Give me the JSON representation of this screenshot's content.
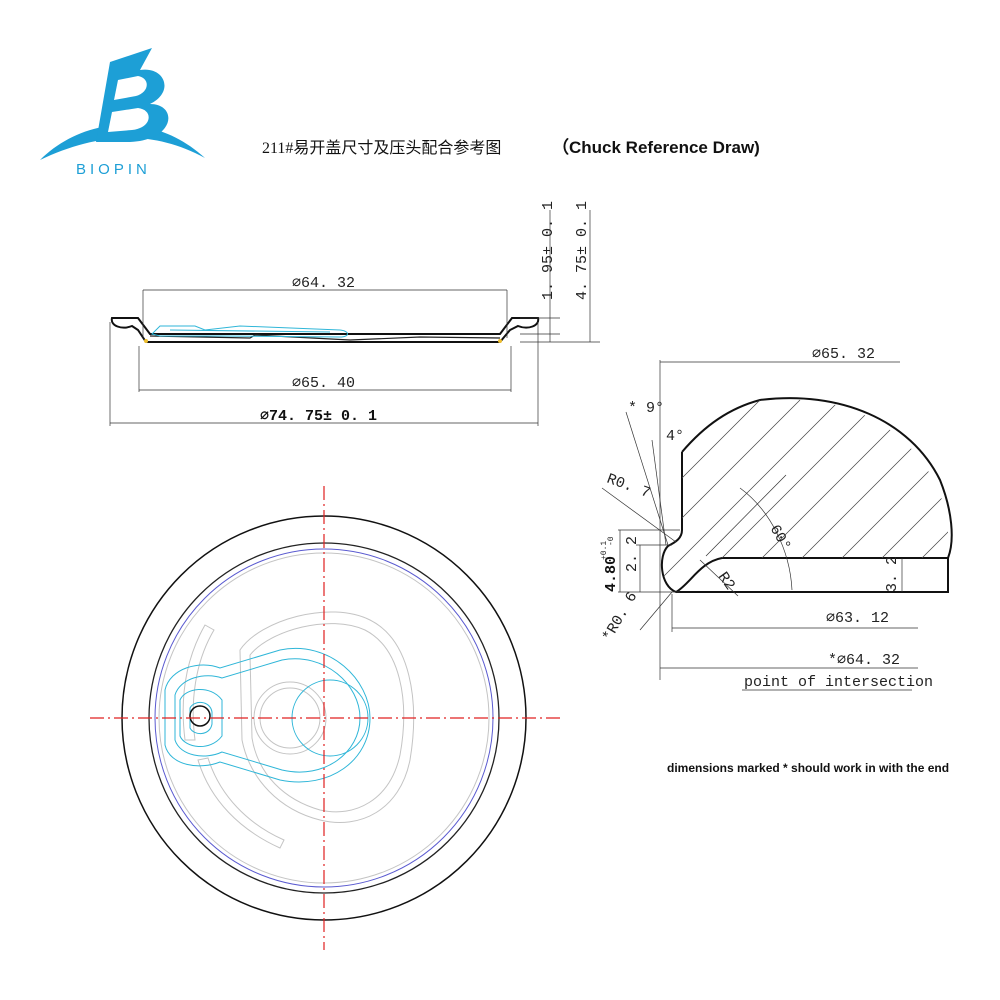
{
  "logo": {
    "company": "BIOPIN",
    "accent_color": "#1d9fd6"
  },
  "header": {
    "title_cn": "211#易开盖尺寸及压头配合参考图",
    "title_en": "（Chuck Reference Draw)"
  },
  "side_view": {
    "dia_top": "∅64. 32",
    "dia_mid": "∅65. 40",
    "dia_outer": "∅74. 75± 0. 1",
    "height_countersink": "1. 95± 0. 1",
    "height_total": "4. 75± 0. 1"
  },
  "detail_view": {
    "dia_chuck": "∅65. 32",
    "angle_9": "* 9°",
    "angle_4": "4°",
    "radius_07": "R0. 7",
    "height_480": "4.80",
    "tol_plus": "+0.1",
    "tol_minus": "-0",
    "dim_22": "2. 2",
    "angle_60": "60°",
    "radius_2": "R2",
    "dim_32": "3. 2",
    "radius_06": "*R0. 6",
    "dia_6312": "∅63. 12",
    "dia_6432": "*∅64. 32",
    "intersection_label": "point of intersection"
  },
  "note": "dimensions marked * should work in with the end",
  "colors": {
    "centerline": "#e02020",
    "tab": "#2fb6d8",
    "bead": "#5a5ad0",
    "panel": "#c4c4c4"
  }
}
